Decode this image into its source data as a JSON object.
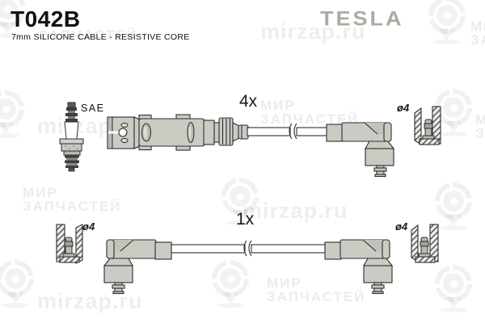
{
  "product": {
    "code": "T042B",
    "description": "7mm SILICONE CABLE - RESISTIVE CORE"
  },
  "brand": {
    "name": "TESLA"
  },
  "labels": {
    "spark_plug_standard": "SAE",
    "top_set_quantity": "4x",
    "bottom_set_quantity": "1x",
    "top_terminal_diameter": "ø4",
    "bottom_left_terminal_diameter": "ø4",
    "bottom_right_terminal_diameter": "ø4"
  },
  "watermark": {
    "site": "mirzap.ru",
    "store_line1": "МИР",
    "store_line2": "ЗАПЧАСТЕЙ"
  },
  "colors": {
    "background": "#ffffff",
    "part_fill": "#c9ccc3",
    "outline": "#2e2e2e",
    "brand_logo": "#a9ac9f"
  }
}
